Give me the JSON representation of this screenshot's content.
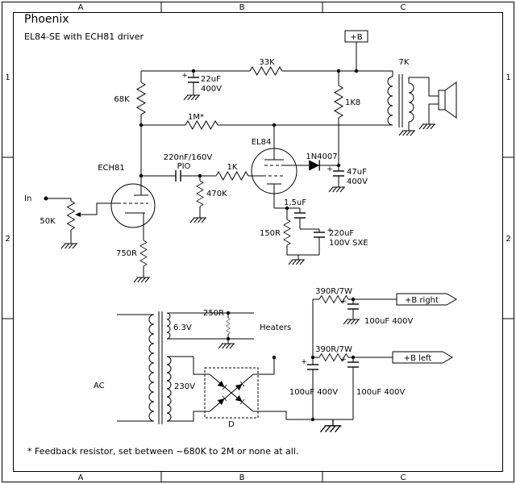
{
  "meta": {
    "title": "Phoenix",
    "subtitle": "EL84-SE with ECH81 driver",
    "footnote": "* Feedback resistor, set between ~680K to 2M or none at all."
  },
  "frame": {
    "cols": [
      "A",
      "B",
      "C"
    ],
    "rows": [
      "1",
      "2"
    ]
  },
  "terminals": {
    "b_plus": "+B",
    "b_right": "+B right",
    "b_left": "+B left",
    "input": "In"
  },
  "tubes": {
    "driver": "ECH81",
    "output": "EL84"
  },
  "components": {
    "r_33k": "33K",
    "r_7k": "7K",
    "c_22uf": "22uF",
    "c_22uf_v": "400V",
    "r_68k": "68K",
    "r_feedback": "1M*",
    "r_1k8": "1K8",
    "c_coupling": "220nF/160V",
    "c_coupling_type": "PIO",
    "d_screen": "1N4007",
    "c_47uf": "47uF",
    "c_47uf_v": "400V",
    "r_grid_stop": "1K",
    "r_grid_leak": "470K",
    "pot_volume": "50K",
    "r_cathode_driver": "750R",
    "c_cathode_film": "1,5uF",
    "r_cathode_out": "150R",
    "c_cathode_lytic": "220uF",
    "c_cathode_lytic_v": "100V SXE",
    "heater_voltage": "6.3V",
    "r_humdinger": "250R",
    "heaters": "Heaters",
    "ac_in": "AC",
    "hv_winding": "230V",
    "bridge": "D",
    "r_drop_right": "390R/7W",
    "r_drop_left": "390R/7W",
    "c_filter_right": "100uF 400V",
    "c_filter_raw": "100uF 400V",
    "c_filter_left": "100uF 400V",
    "polarity_mark": "+"
  }
}
